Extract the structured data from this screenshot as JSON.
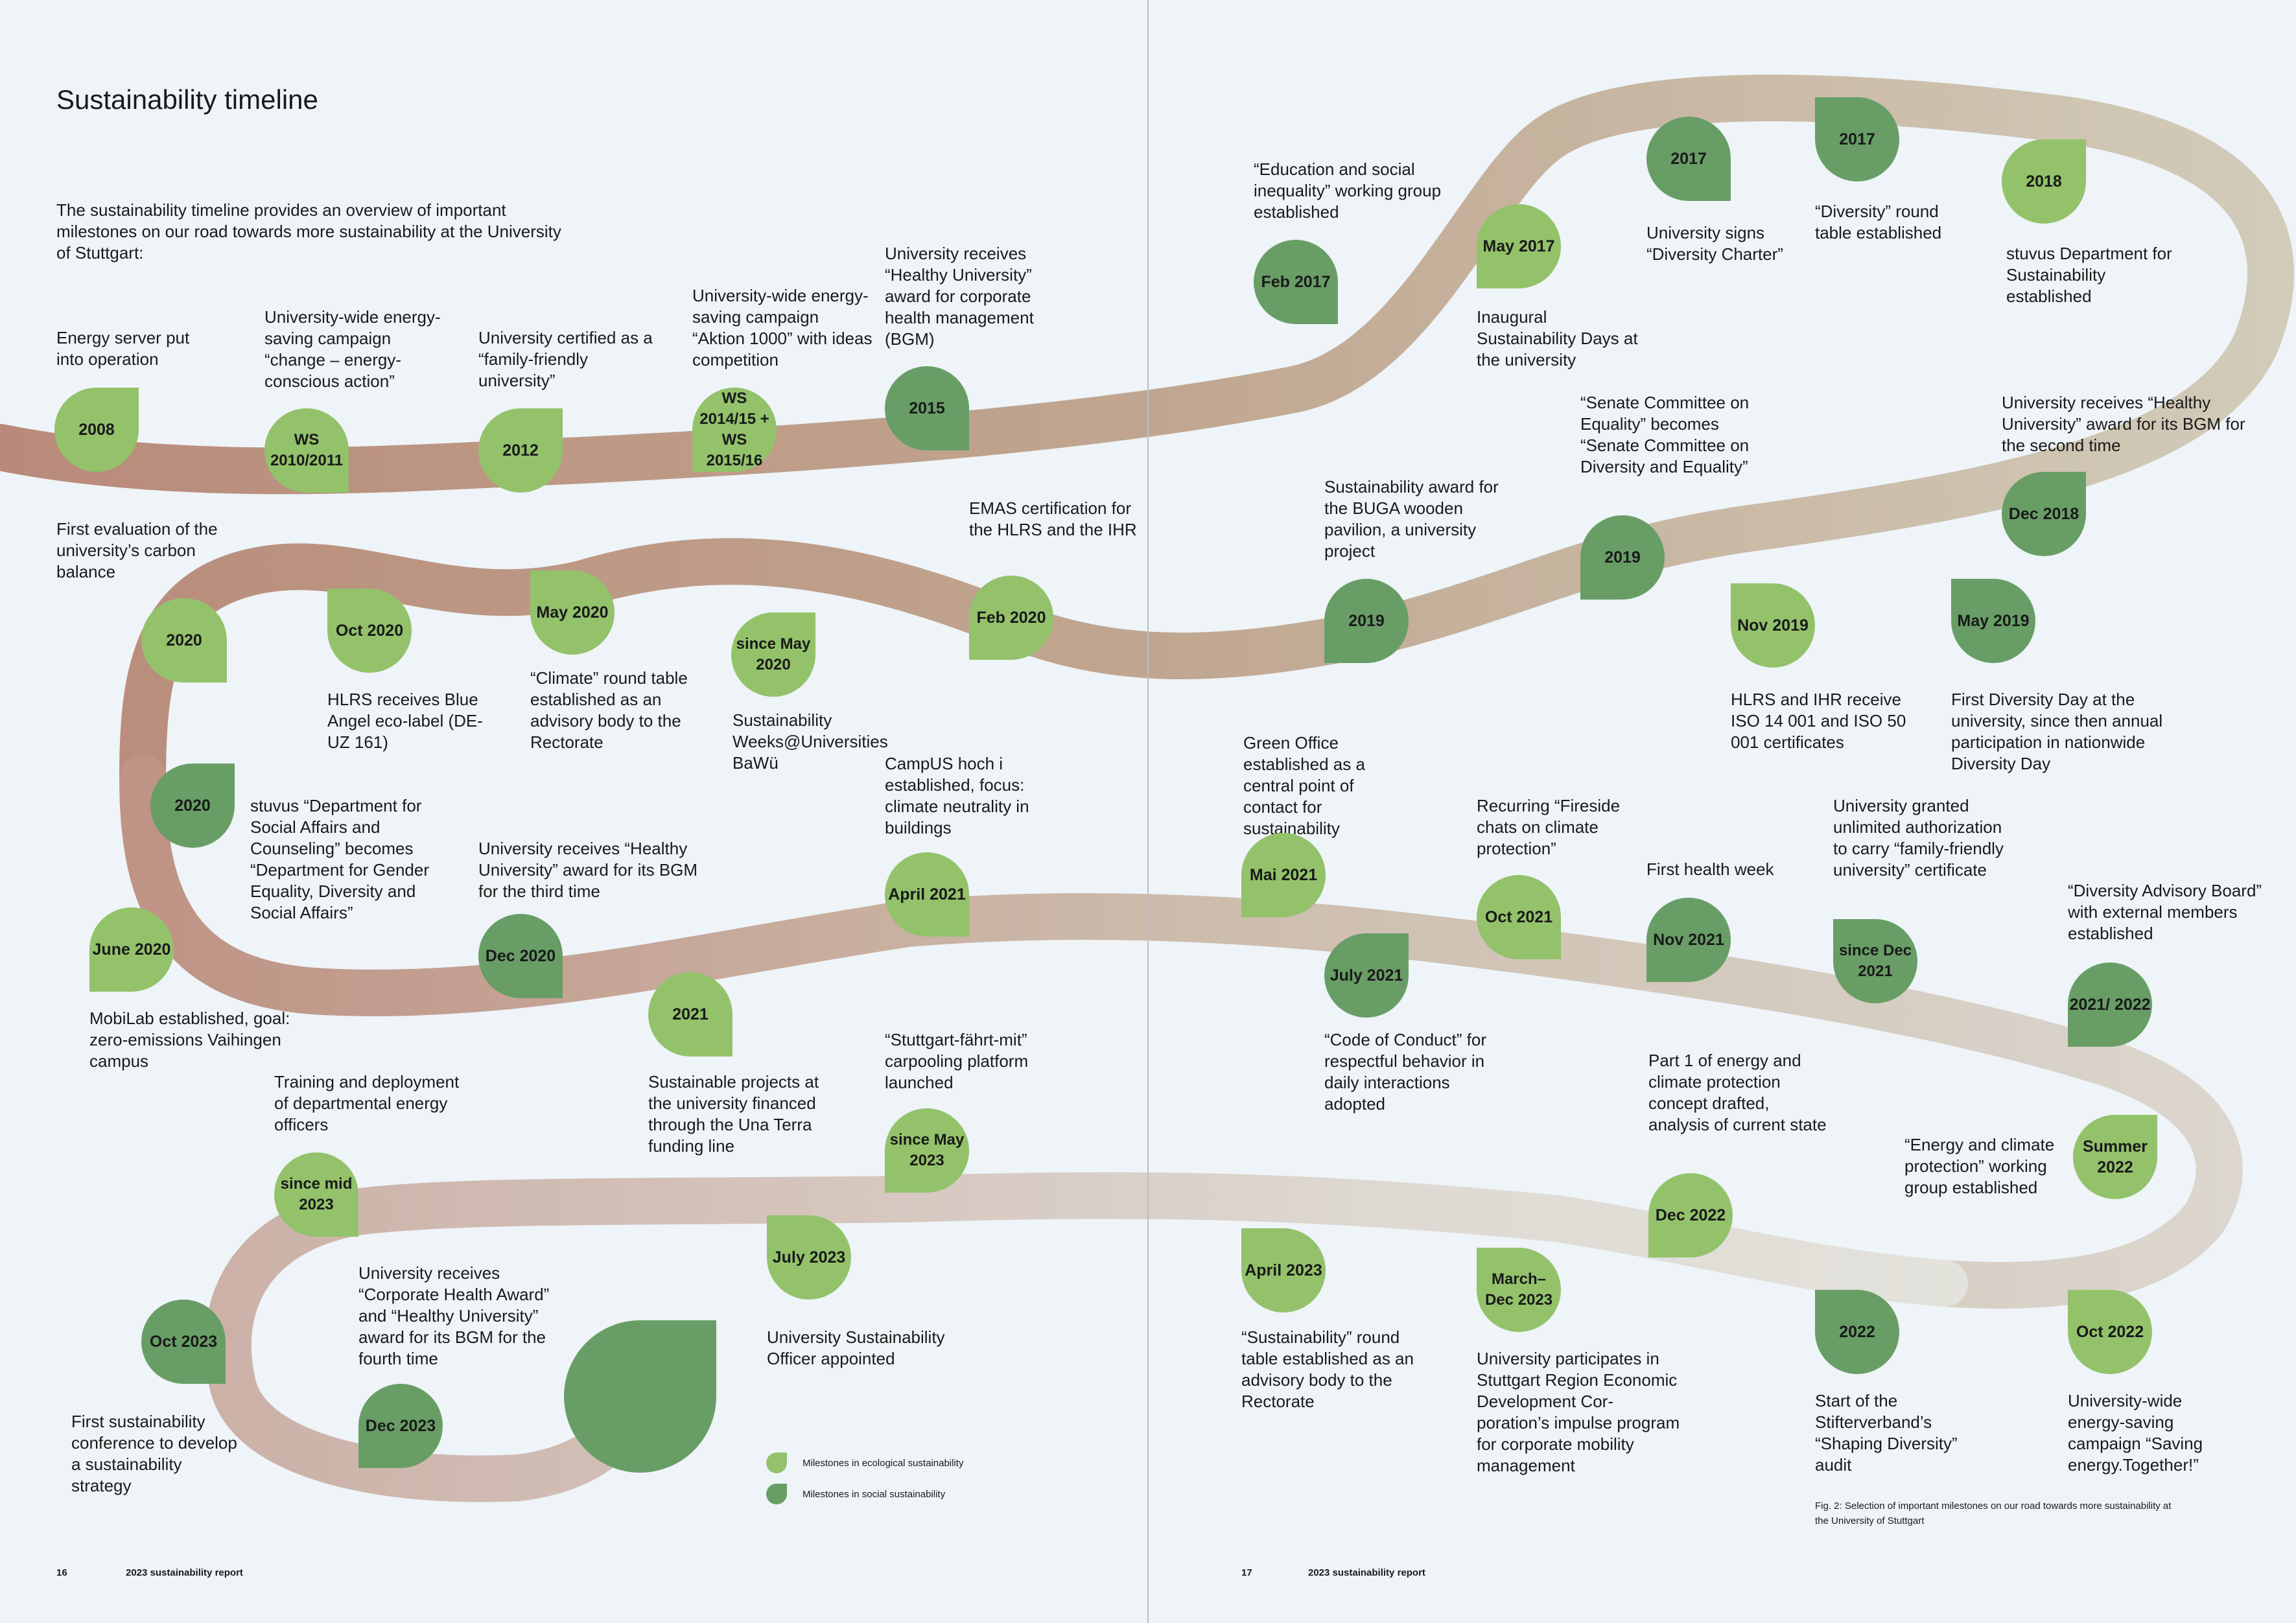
{
  "title": "Sustainability timeline",
  "intro": "The sustainability timeline provides an overview of important milestones on our road towards more sustainability at the University of Stuttgart:",
  "colors": {
    "ecological": "#93c26b",
    "social": "#689e66",
    "background": "#eef4f8"
  },
  "milestones": {
    "m2008": "2008",
    "ws2010": "WS 2010/2011",
    "m2012": "2012",
    "ws2014": "WS 2014/15 + WS 2015/16",
    "m2015": "2015",
    "feb2017": "Feb 2017",
    "may2017": "May 2017",
    "m2017a": "2017",
    "m2017b": "2017",
    "m2018": "2018",
    "dec2018": "Dec 2018",
    "m2019a": "2019",
    "m2019b": "2019",
    "nov2019": "Nov 2019",
    "may2019": "May 2019",
    "feb2020": "Feb 2020",
    "since2020": "since May 2020",
    "may2020": "May 2020",
    "oct2020": "Oct 2020",
    "m2020a": "2020",
    "m2020b": "2020",
    "june2020": "June 2020",
    "dec2020": "Dec 2020",
    "m2021": "2021",
    "april2021": "April 2021",
    "mai2021": "Mai 2021",
    "july2021": "July 2021",
    "oct2021": "Oct 2021",
    "nov2021": "Nov 2021",
    "since2021": "since Dec 2021",
    "m202122": "2021/ 2022",
    "summer2022": "Summer 2022",
    "dec2022": "Dec 2022",
    "m2022": "2022",
    "oct2022": "Oct 2022",
    "april2023": "April 2023",
    "march2023": "March– Dec 2023",
    "july2023": "July 2023",
    "since2023": "since May 2023",
    "sincemid2023": "since mid 2023",
    "oct2023": "Oct 2023",
    "dec2023": "Dec 2023"
  },
  "texts": {
    "t2008": "Energy server put into operation",
    "t2010": "University-wide energy-saving campaign “change – energy-conscious action”",
    "t2012": "University certified as a “family-friendly university”",
    "t2014": "University-wide energy-saving campaign “Aktion 1000” with ideas competition",
    "t2015": "University receives “Healthy University” award for corporate health management (BGM)",
    "tfeb2017": "“Education and social inequality” working group established",
    "tmay2017": "Inaugural Sustainability Days at the university",
    "t2017a": "University signs “Diversity Charter”",
    "t2017b": "“Diversity” round table established",
    "t2018": "stuvus Department for Sustainability established",
    "tdec2018": "University receives “Healthy University” award for its BGM for the second time",
    "t2019a": "“Senate Committee on Equality” becomes “Senate Committee on Diversity and Equality”",
    "t2019b": "Sustainability award for the BUGA wooden pavilion, a university project",
    "tnov2019": "HLRS and IHR receive ISO 14 001 and ISO 50 001 certificates",
    "tmay2019": "First Diversity Day at the university, since then annual participation in nationwide Diversity Day",
    "tfeb2020": "EMAS certification for the HLRS and the IHR",
    "tsince2020": "Sustainability Weeks@Universities BaWü",
    "tmay2020": "“Climate” round table established as an advisory body to the Rectorate",
    "toct2020": "HLRS receives Blue Angel eco-label (DE-UZ 161)",
    "t2020a": "First evaluation of the university’s carbon balance",
    "t2020b": "stuvus “Department for Social Affairs and Counseling” becomes “Department for Gender Equality, Diversity and Social Affairs”",
    "tjune2020": "MobiLab established, goal: zero-emissions Vaihingen campus",
    "tdec2020": "University receives “Healthy University” award for its BGM for the third time",
    "t2021": "Sustainable projects at the university financed through the Una Terra funding line",
    "tapril2021": "CampUS hoch i established, focus: climate neutrality in buildings",
    "tmai2021": "Green Office established as a central point of contact for sustainability",
    "tjuly2021": "“Code of Conduct” for respectful behavior in daily interactions adopted",
    "toct2021": "Recurring “Fireside chats on climate protection”",
    "tnov2021": "First health week",
    "tsince2021": "University granted unlimited authorization to carry “family-friendly university” certificate",
    "t202122": "“Diversity Advisory Board” with external members established",
    "tsummer2022": "“Energy and climate protection” working group established",
    "tdec2022": "Part 1 of energy and climate protection concept drafted, analysis of current state",
    "t2022": "Start of the Stifterverband’s “Shaping Diversity” audit",
    "toct2022": "University-wide energy-saving campaign “Saving energy.Together!”",
    "tapril2023": "“Sustainability” round table established as an advisory body to the Rectorate",
    "tmarch2023": "University participates in Stuttgart Region Economic Development Cor-poration’s impulse program for corporate mobility management",
    "tjuly2023": "University Sustainability Officer appointed",
    "tsince2023": "“Stuttgart-fährt-mit” carpooling platform launched",
    "tsincemid2023": "Training and deployment of departmental energy officers",
    "toct2023": "First sustainability conference to develop a sustainability strategy",
    "tdec2023": "University receives “Corporate Health Award” and “Healthy University” award for its BGM for the fourth time"
  },
  "legend": {
    "ecological": "Milestones in ecological sustainability",
    "social": "Milestones in social sustainability"
  },
  "caption": "Fig. 2: Selection of important milestones on our road towards more sustainability at the University of Stuttgart",
  "footer": {
    "left_page": "16",
    "left_title": "2023 sustainability report",
    "right_page": "17",
    "right_title": "2023 sustainability report"
  }
}
